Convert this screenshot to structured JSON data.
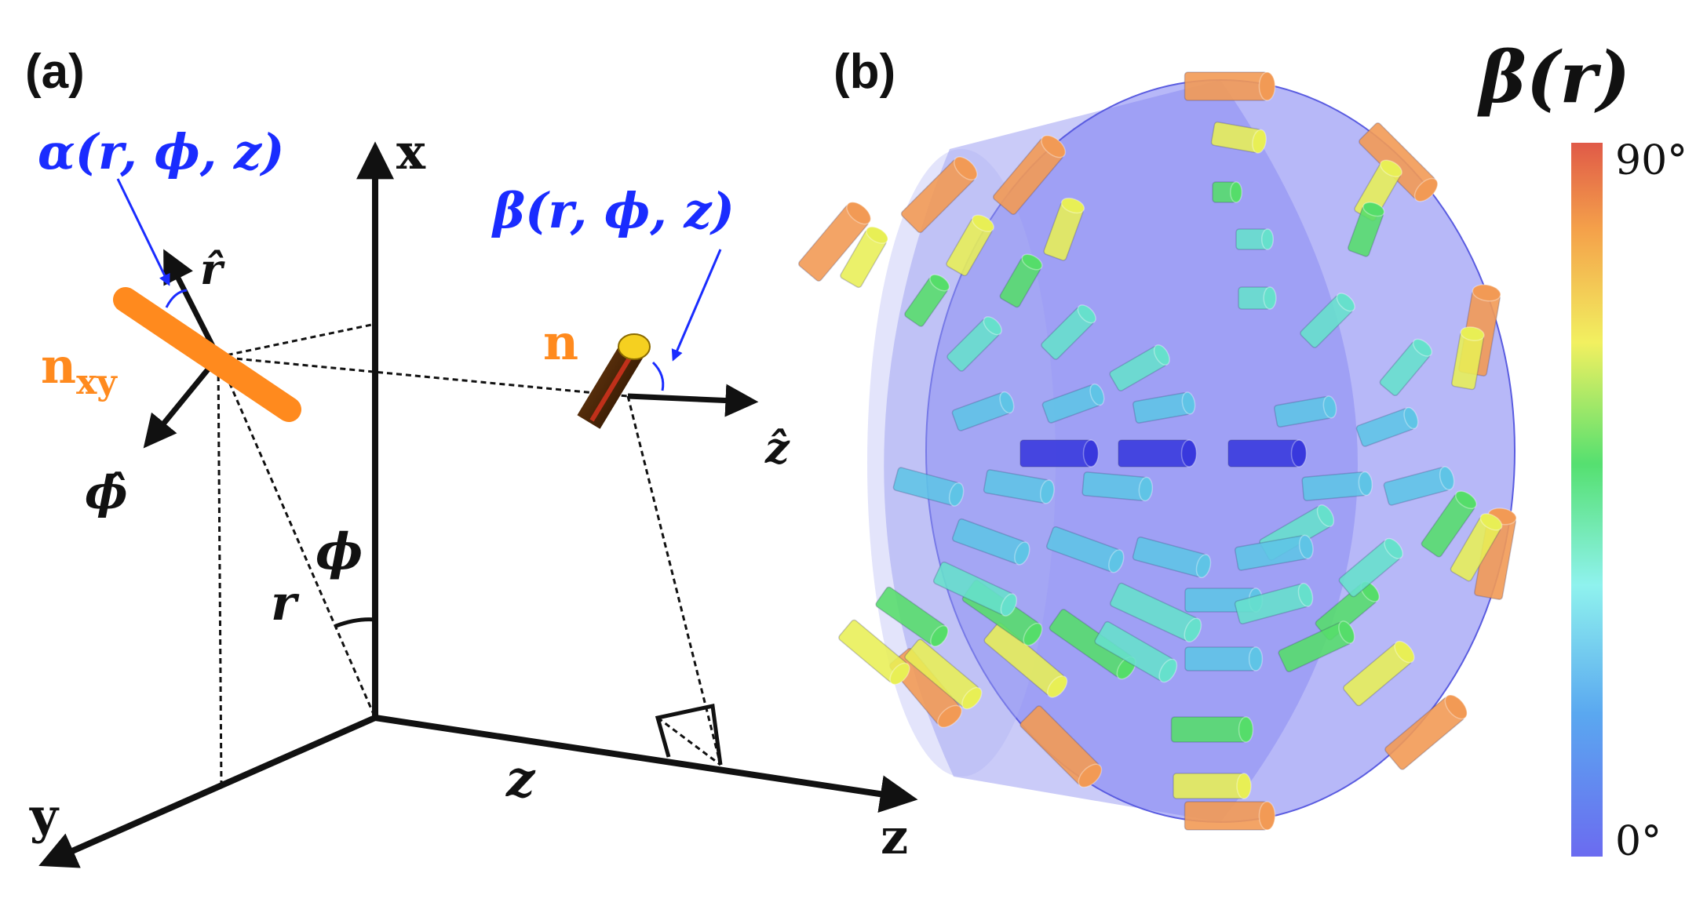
{
  "panel_a": {
    "label": "(a)",
    "axis_x": "x",
    "axis_y": "y",
    "axis_z": "z",
    "alpha_label": "α(r, ϕ, z)",
    "beta_label": "β(r, ϕ, z)",
    "r_hat": "r̂",
    "phi_hat": "ϕ̂",
    "z_hat": "ẑ",
    "n_xy_main": "n",
    "n_xy_sub": "xy",
    "n_label": "n",
    "r_label": "r",
    "phi_label": "ϕ",
    "z_label": "z"
  },
  "panel_b": {
    "label": "(b)",
    "colorbar_title": "β(r)",
    "colorbar_max": "90°",
    "colorbar_min": "0°"
  },
  "colors": {
    "director_orange": "#ff8a1e",
    "annotation_blue": "#1a2cff",
    "cylinder_fill": "#8a8cf0"
  }
}
